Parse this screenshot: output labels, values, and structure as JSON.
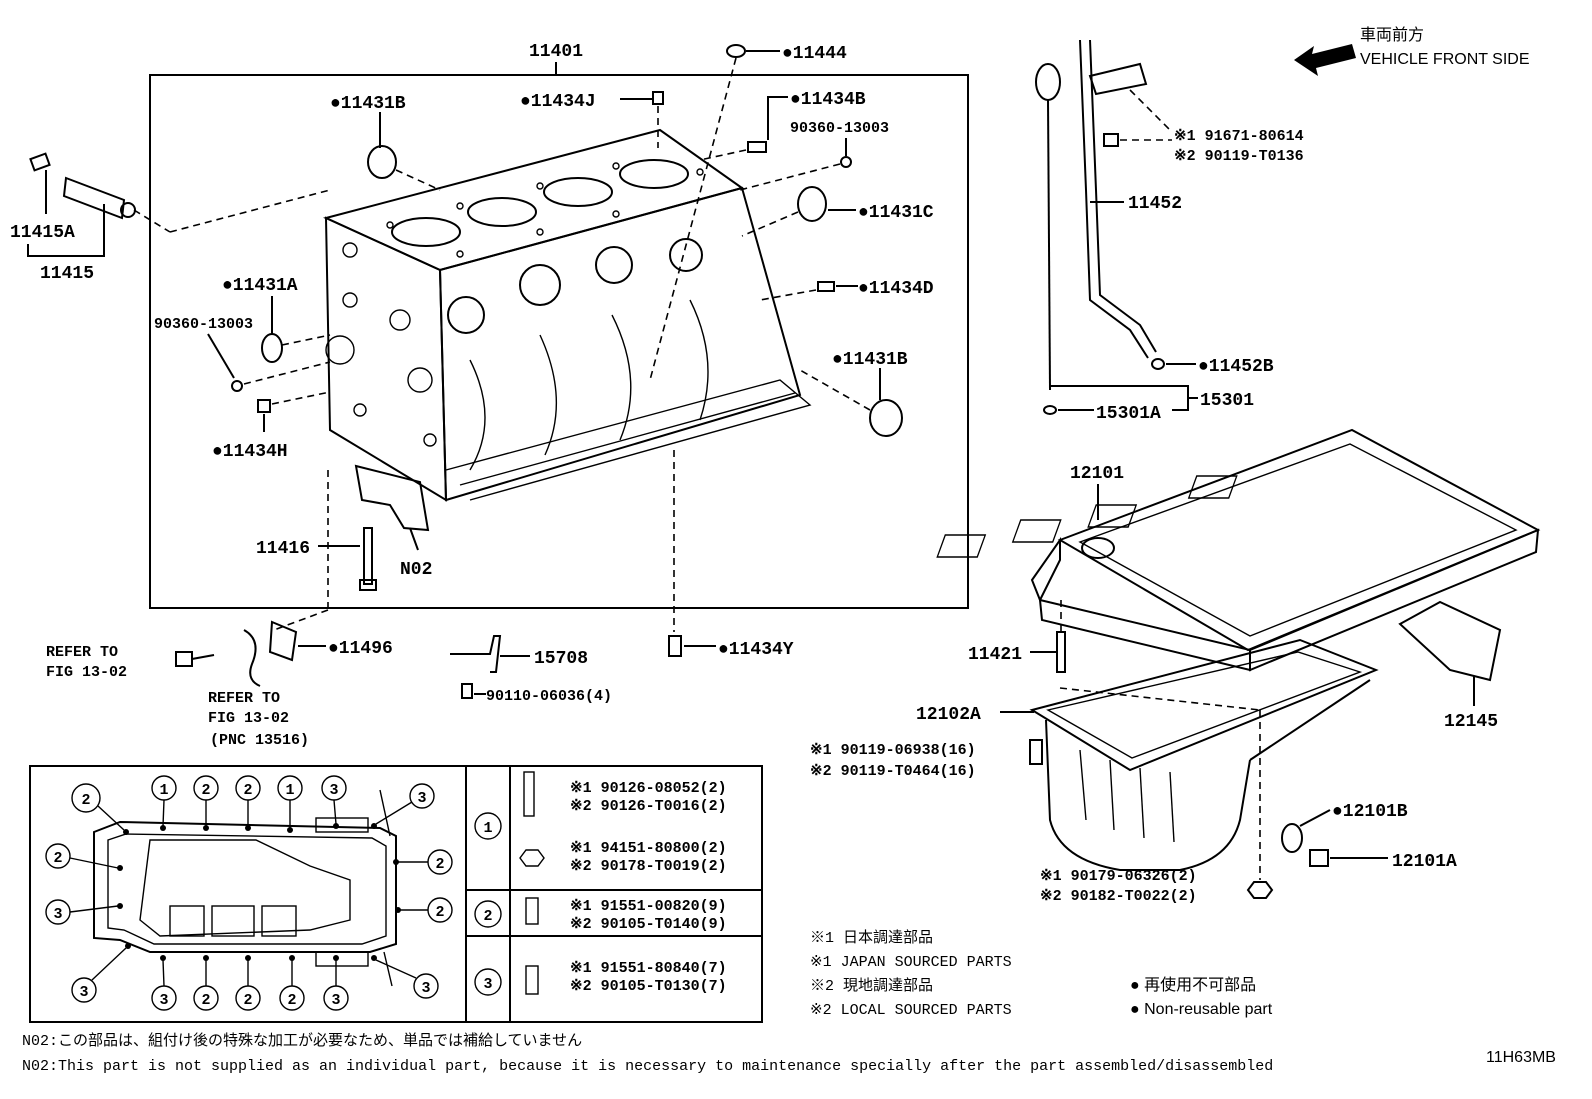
{
  "direction": {
    "jp": "車両前方",
    "en": "VEHICLE FRONT SIDE"
  },
  "labels": {
    "p11401": "11401",
    "p11444": "●11444",
    "p11431B_top": "●11431B",
    "p11434J": "●11434J",
    "p11434B": "●11434B",
    "p90360_top": "90360-13003",
    "p11431C": "●11431C",
    "p11434D": "●11434D",
    "p11431A": "●11431A",
    "p90360_left": "90360-13003",
    "p11431B_right": "●11431B",
    "p11434H": "●11434H",
    "p11416": "11416",
    "pN02": "N02",
    "p11415A": "11415A",
    "p11415": "11415",
    "refer1a": "REFER TO",
    "refer1b": "FIG 13-02",
    "refer2a": "REFER TO",
    "refer2b": "FIG 13-02",
    "refer2c": "(PNC 13516)",
    "p11496": "●11496",
    "p15708": "15708",
    "p90110": "90110-06036(4)",
    "p11434Y": "●11434Y",
    "p91671": "※1 91671-80614",
    "p90119_T0136": "※2 90119-T0136",
    "p11452": "11452",
    "p11452B": "●11452B",
    "p15301": "15301",
    "p15301A": "15301A",
    "p12101": "12101",
    "p11421": "11421",
    "p12102A": "12102A",
    "p12145": "12145",
    "p90119_06938": "※1 90119-06938(16)",
    "p90119_T0464": "※2 90119-T0464(16)",
    "p12101B": "●12101B",
    "p12101A": "12101A",
    "p90179": "※1 90179-06326(2)",
    "p90182": "※2 90182-T0022(2)"
  },
  "bolt_table": {
    "rows": [
      {
        "marker": "1",
        "parts": [
          [
            "※1 90126-08052(2)",
            "※2 90126-T0016(2)"
          ],
          [
            "※1 94151-80800(2)",
            "※2 90178-T0019(2)"
          ]
        ]
      },
      {
        "marker": "2",
        "parts": [
          [
            "※1 91551-00820(9)",
            "※2 90105-T0140(9)"
          ]
        ]
      },
      {
        "marker": "3",
        "parts": [
          [
            "※1 91551-80840(7)",
            "※2 90105-T0130(7)"
          ]
        ]
      }
    ],
    "pan_markers_top": [
      "1",
      "2",
      "2",
      "1",
      "3"
    ],
    "pan_markers_bottom": [
      "3",
      "2",
      "2",
      "2",
      "3"
    ],
    "pan_markers_left": [
      "2",
      "2",
      "3",
      "3"
    ],
    "pan_markers_right": [
      "3",
      "2",
      "2",
      "3"
    ],
    "pan_marker_topleft": "2"
  },
  "legend": {
    "l1": "※1 日本調達部品",
    "l2": "※1 JAPAN SOURCED PARTS",
    "l3": "※2 現地調達部品",
    "l4": "※2 LOCAL SOURCED PARTS",
    "l5": "● 再使用不可部品",
    "l6": "● Non-reusable part"
  },
  "notes": {
    "jp": "N02:この部品は、組付け後の特殊な加工が必要なため、単品では補給していません",
    "en": "N02:This part is not supplied as an individual part, because it is necessary to maintenance specially after the part assembled/disassembled"
  },
  "figure_code": "11H63MB"
}
